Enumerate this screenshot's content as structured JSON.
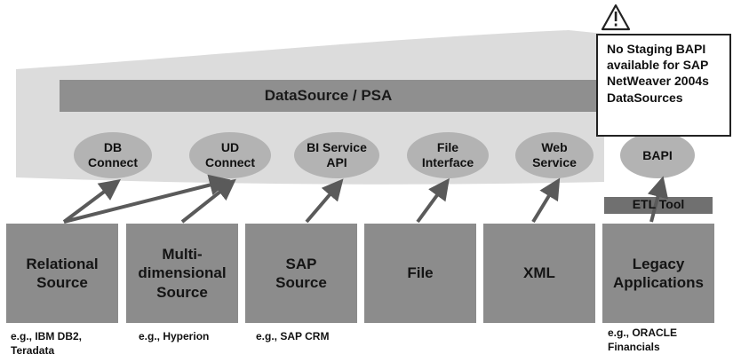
{
  "banner": {
    "label": "DataSource / PSA"
  },
  "interfaces": [
    {
      "label": "DB\nConnect"
    },
    {
      "label": "UD\nConnect"
    },
    {
      "label": "BI Service\nAPI"
    },
    {
      "label": "File\nInterface"
    },
    {
      "label": "Web\nService"
    },
    {
      "label": "BAPI"
    }
  ],
  "etl_tool": {
    "label": "ETL Tool"
  },
  "sources": [
    {
      "label": "Relational\nSource",
      "example": "e.g., IBM DB2,\nTeradata"
    },
    {
      "label": "Multi-\ndimensional\nSource",
      "example": "e.g., Hyperion"
    },
    {
      "label": "SAP\nSource",
      "example": "e.g., SAP CRM"
    },
    {
      "label": "File",
      "example": ""
    },
    {
      "label": "XML",
      "example": ""
    },
    {
      "label": "Legacy\nApplications",
      "example": "e.g., ORACLE\nFinancials"
    }
  ],
  "warning": {
    "icon": "warning-triangle-icon",
    "text": "No Staging BAPI\navailable for SAP\nNetWeaver 2004s\nDataSources"
  },
  "colors": {
    "band": "#d9d9d9",
    "bar": "#8f8f8f",
    "oval": "#b3b3b3",
    "source_box": "#8c8c8c",
    "etl_bar": "#6f6f6f",
    "arrow": "#5a5a5a"
  }
}
